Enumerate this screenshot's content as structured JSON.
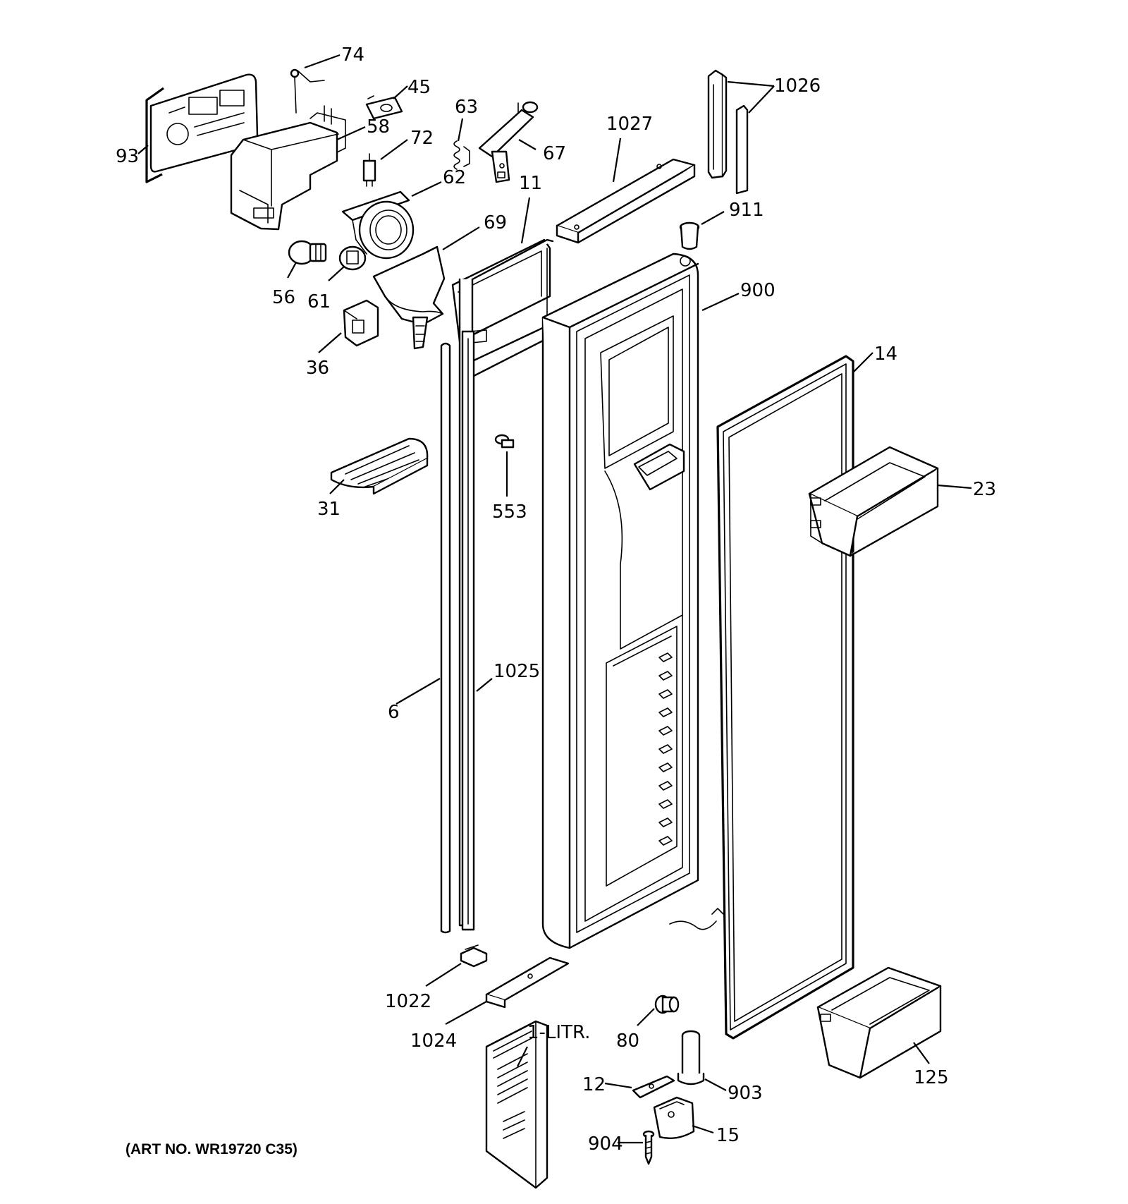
{
  "diagram": {
    "art_number": "(ART NO. WR19720 C35)",
    "callouts": [
      {
        "id": "c74",
        "label": "74"
      },
      {
        "id": "c45",
        "label": "45"
      },
      {
        "id": "c58",
        "label": "58"
      },
      {
        "id": "c93",
        "label": "93"
      },
      {
        "id": "c63",
        "label": "63"
      },
      {
        "id": "c72",
        "label": "72"
      },
      {
        "id": "c67",
        "label": "67"
      },
      {
        "id": "c62",
        "label": "62"
      },
      {
        "id": "c1027",
        "label": "1027"
      },
      {
        "id": "c1026",
        "label": "1026"
      },
      {
        "id": "c11",
        "label": "11"
      },
      {
        "id": "c911",
        "label": "911"
      },
      {
        "id": "c69",
        "label": "69"
      },
      {
        "id": "c56",
        "label": "56"
      },
      {
        "id": "c61",
        "label": "61"
      },
      {
        "id": "c900",
        "label": "900"
      },
      {
        "id": "c36",
        "label": "36"
      },
      {
        "id": "c14",
        "label": "14"
      },
      {
        "id": "c31",
        "label": "31"
      },
      {
        "id": "c553",
        "label": "553"
      },
      {
        "id": "c23",
        "label": "23"
      },
      {
        "id": "c1025",
        "label": "1025"
      },
      {
        "id": "c6",
        "label": "6"
      },
      {
        "id": "c1022",
        "label": "1022"
      },
      {
        "id": "c1024",
        "label": "1024"
      },
      {
        "id": "c1litr",
        "label": "1-LITR."
      },
      {
        "id": "c80",
        "label": "80"
      },
      {
        "id": "c125",
        "label": "125"
      },
      {
        "id": "c12",
        "label": "12"
      },
      {
        "id": "c903",
        "label": "903"
      },
      {
        "id": "c904",
        "label": "904"
      },
      {
        "id": "c15",
        "label": "15"
      }
    ]
  }
}
